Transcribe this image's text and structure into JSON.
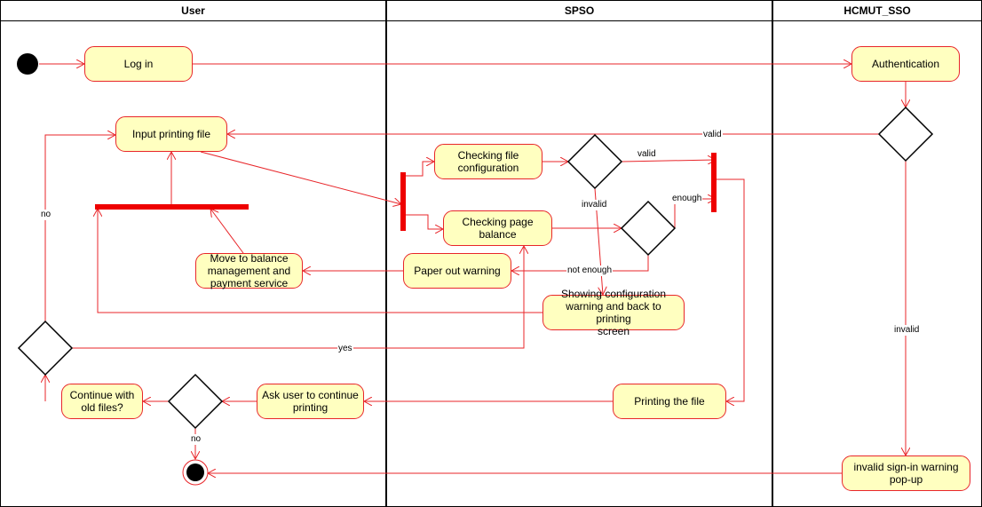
{
  "swimlanes": [
    "User",
    "SPSO",
    "HCMUT_SSO"
  ],
  "nodes": {
    "login": "Log in",
    "authentication": "Authentication",
    "input_file": "Input printing file",
    "check_config": "Checking file\nconfiguration",
    "check_balance": "Checking page\nbalance",
    "paper_out": "Paper out warning",
    "move_balance": "Move to balance\nmanagement and\npayment service",
    "show_config_warning": "Showing configuration\nwarning and back to printing\nscreen",
    "printing": "Printing the file",
    "ask_continue": "Ask user to continue\nprinting",
    "continue_old": "Continue with\nold files?",
    "invalid_signin": "invalid sign-in warning\npop-up"
  },
  "edge_labels": {
    "auth_valid": "valid",
    "auth_invalid": "invalid",
    "config_valid": "valid",
    "config_invalid": "invalid",
    "balance_enough": "enough",
    "balance_not_enough": "not enough",
    "continue_yes": "yes",
    "continue_no": "no",
    "old_files_no": "no"
  },
  "colors": {
    "line": "#e8262a",
    "fork_bar": "#ee0000",
    "action_fill": "#ffffc0",
    "lane_border": "#000000"
  }
}
